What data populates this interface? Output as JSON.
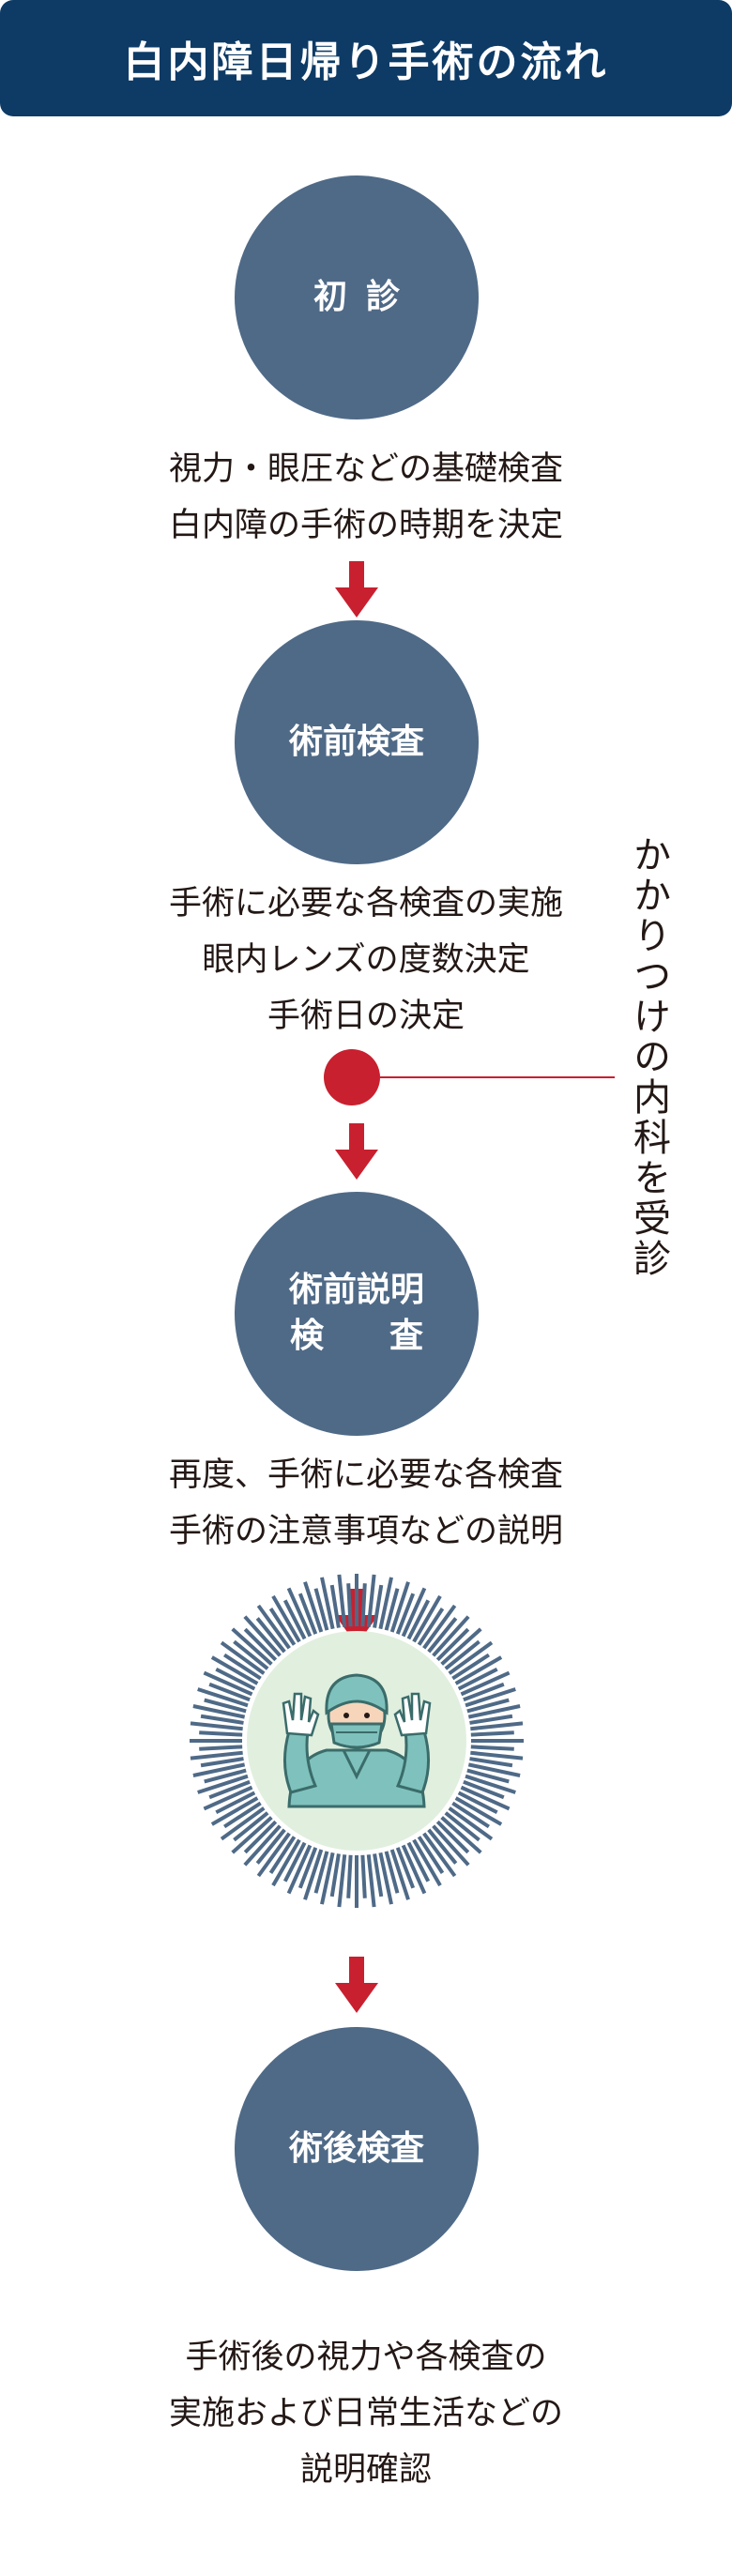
{
  "title": "白内障日帰り手術の流れ",
  "colors": {
    "header_bg": "#0d3b66",
    "node_bg": "#4f6a87",
    "accent": "#c8202f",
    "surgery_bg": "#e1efdf"
  },
  "steps": [
    {
      "node_lines": [
        "初診"
      ],
      "desc": [
        "視力・眼圧などの基礎検査",
        "白内障の手術の時期を決定"
      ]
    },
    {
      "node_lines": [
        "術前検査"
      ],
      "desc": [
        "手術に必要な各検査の実施",
        "眼内レンズの度数決定",
        "手術日の決定"
      ]
    },
    {
      "node_lines": [
        "術前説明",
        "検査"
      ],
      "desc": [
        "再度、手術に必要な各検査",
        "手術の注意事項などの説明"
      ]
    },
    {
      "node_lines": [
        "術後検査"
      ],
      "desc": [
        "手術後の視力や各検査の",
        "実施および日常生活などの",
        "説明確認"
      ]
    }
  ],
  "side_note": "かかりつけの内科を受診",
  "surgery_icon": "surgeon-icon"
}
